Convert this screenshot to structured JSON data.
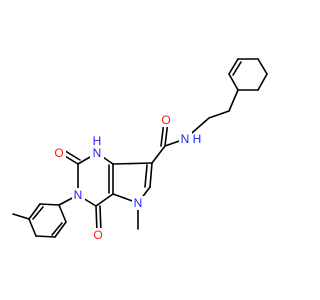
{
  "colors": {
    "background": "#ffffff",
    "bond": "#000000",
    "nitrogen": "#1f1fff",
    "oxygen": "#ff1a1a"
  },
  "labels": {
    "amide_n": "N",
    "amide_h": "H",
    "amide_o": "O",
    "nh_ring": "N",
    "nh_ring_h": "H",
    "c2_o": "O",
    "n3": "N",
    "n5": "N",
    "c4_o": "O"
  }
}
